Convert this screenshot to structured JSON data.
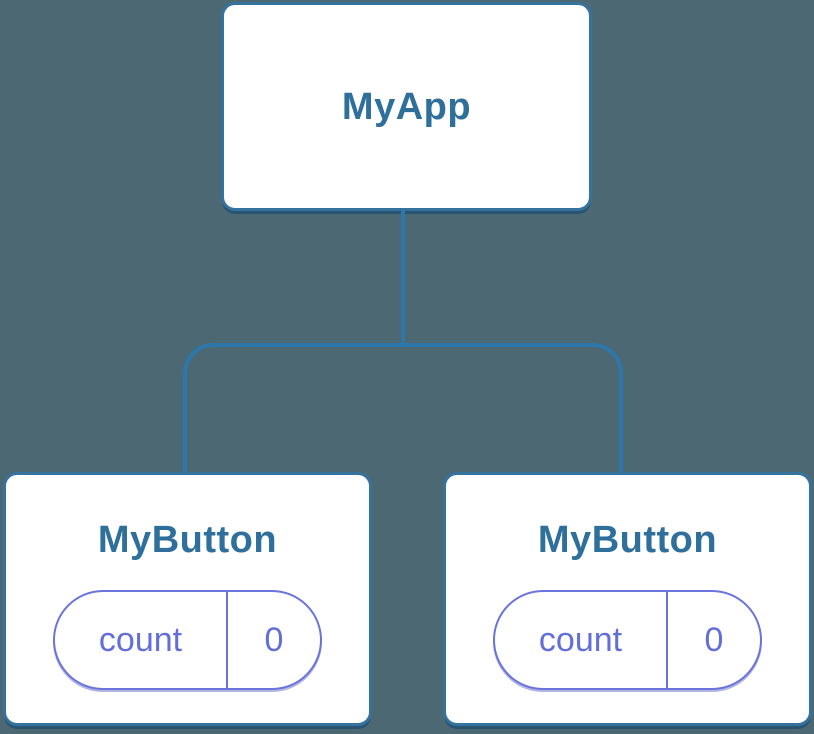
{
  "colors": {
    "canvas_bg": "#4c6873",
    "node_border": "#35739e",
    "line_color": "#2e77ab",
    "title_text": "#2f6f9c",
    "pill_border": "#6b74dc",
    "pill_text": "#636edb"
  },
  "tree": {
    "root": {
      "label": "MyApp"
    },
    "children": [
      {
        "label": "MyButton",
        "state": {
          "key": "count",
          "value": "0"
        }
      },
      {
        "label": "MyButton",
        "state": {
          "key": "count",
          "value": "0"
        }
      }
    ]
  }
}
